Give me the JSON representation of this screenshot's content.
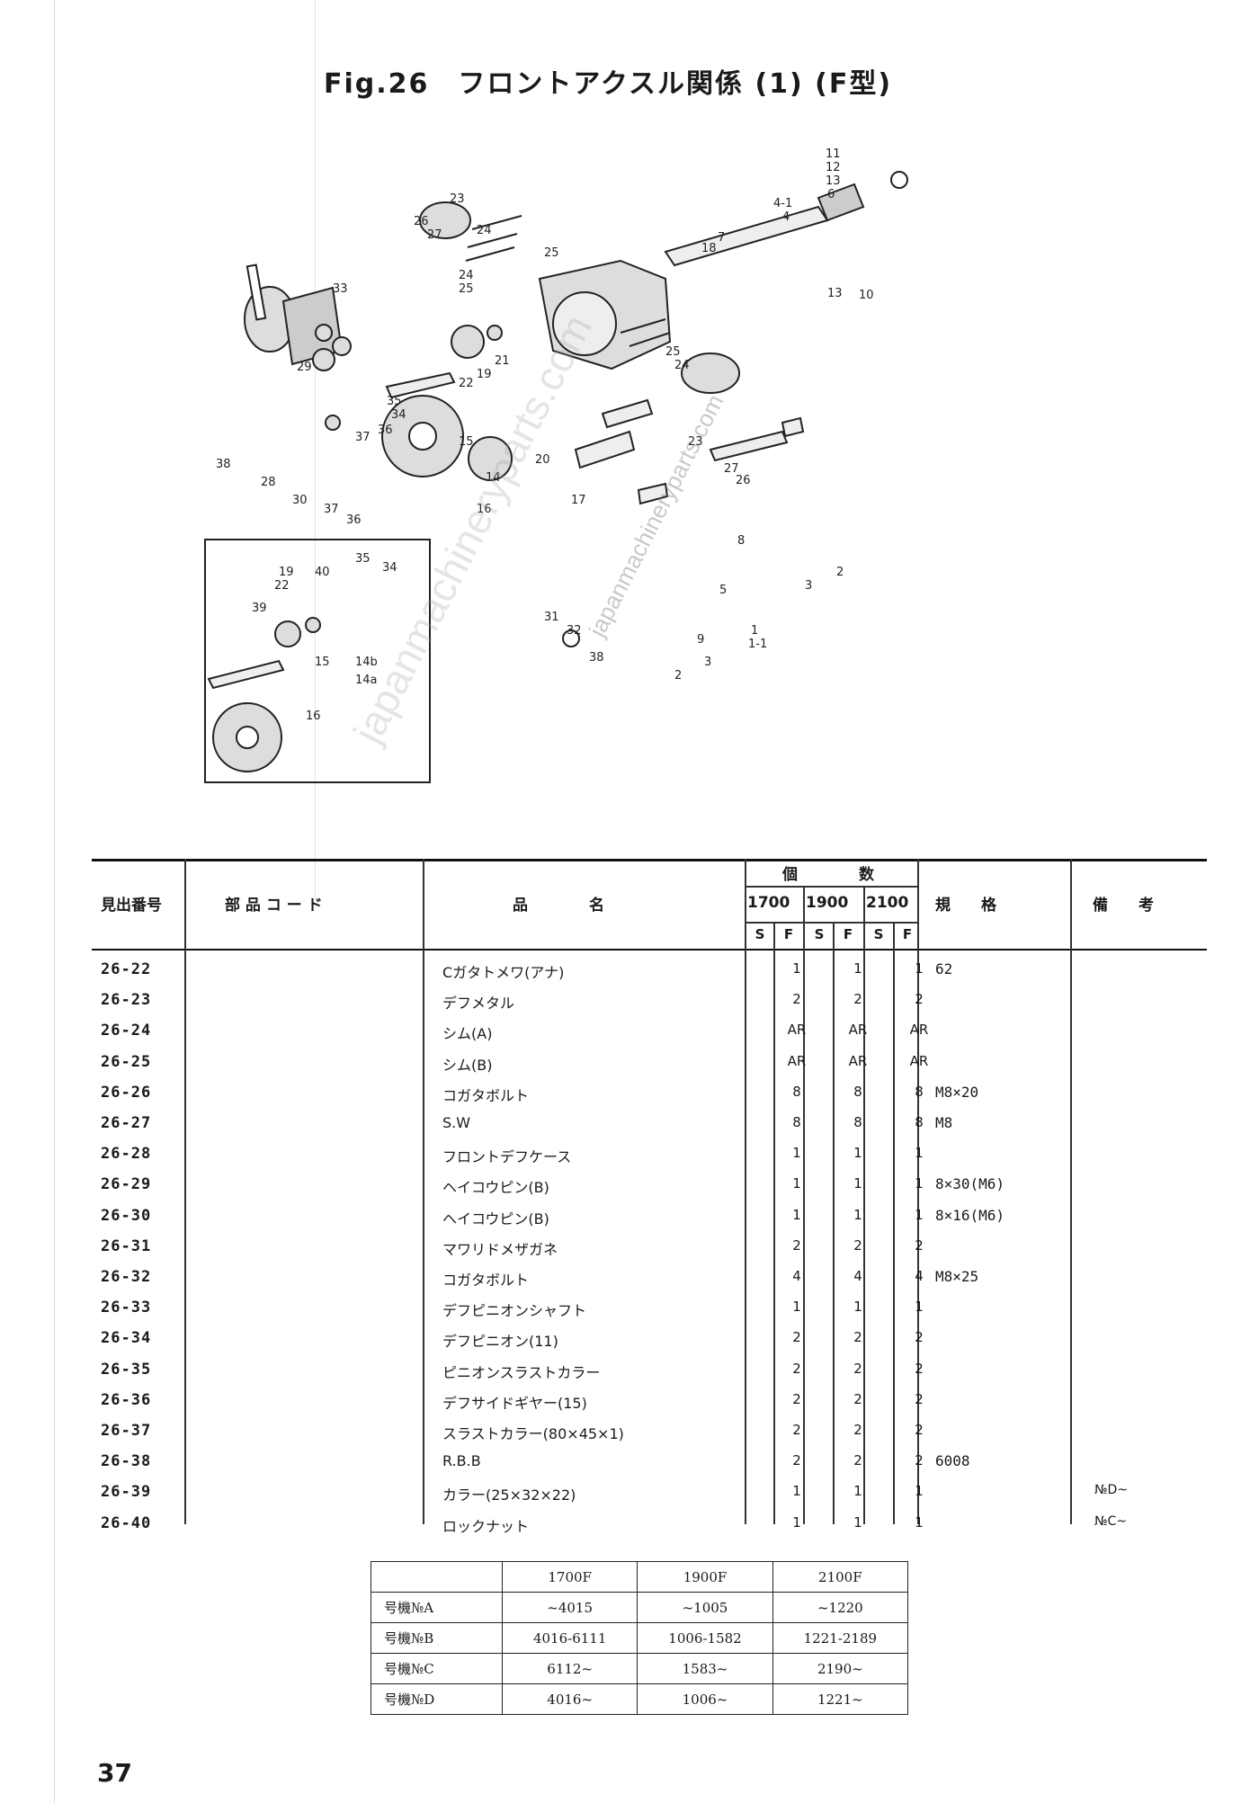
{
  "title": "Fig.26　フロントアクスル関係 (1) (F型)",
  "watermark": {
    "main": "japanmachineryparts.com",
    "secondary": "japanmachineryparts.com"
  },
  "diagram": {
    "labels": [
      "11",
      "12",
      "13",
      "6",
      "4-1",
      "4",
      "18",
      "7",
      "13",
      "10",
      "26",
      "27",
      "23",
      "24",
      "25",
      "24",
      "25",
      "33",
      "29",
      "35",
      "34",
      "36",
      "37",
      "22",
      "19",
      "21",
      "15",
      "14",
      "16",
      "20",
      "17",
      "25",
      "24",
      "23",
      "27",
      "26",
      "38",
      "28",
      "30",
      "37",
      "36",
      "35",
      "34",
      "19",
      "40",
      "39",
      "22",
      "15",
      "14b",
      "14a",
      "16",
      "31",
      "32",
      "38",
      "9",
      "5",
      "8",
      "2",
      "3",
      "1",
      "1-1",
      "3",
      "2"
    ]
  },
  "table": {
    "headers": {
      "ref_no": "見出番号",
      "part_code": "部 品 コ ー ド",
      "part_name": "品　　　　名",
      "qty": "個　　　　数",
      "models": [
        "1700",
        "1900",
        "2100"
      ],
      "sf": [
        "S",
        "F",
        "S",
        "F",
        "S",
        "F"
      ],
      "spec": "規　　格",
      "remarks": "備　　考"
    },
    "rows": [
      {
        "no": "26-22",
        "name": "Cガタトメワ(アナ)",
        "q1": "1",
        "q2": "1",
        "q3": "1",
        "spec": "62",
        "note": ""
      },
      {
        "no": "26-23",
        "name": "デフメタル",
        "q1": "2",
        "q2": "2",
        "q3": "2",
        "spec": "",
        "note": ""
      },
      {
        "no": "26-24",
        "name": "シム(A)",
        "q1": "AR",
        "q2": "AR",
        "q3": "AR",
        "spec": "",
        "note": ""
      },
      {
        "no": "26-25",
        "name": "シム(B)",
        "q1": "AR",
        "q2": "AR",
        "q3": "AR",
        "spec": "",
        "note": ""
      },
      {
        "no": "26-26",
        "name": "コガタボルト",
        "q1": "8",
        "q2": "8",
        "q3": "8",
        "spec": "M8×20",
        "note": ""
      },
      {
        "no": "26-27",
        "name": "S.W",
        "q1": "8",
        "q2": "8",
        "q3": "8",
        "spec": "M8",
        "note": ""
      },
      {
        "no": "26-28",
        "name": "フロントデフケース",
        "q1": "1",
        "q2": "1",
        "q3": "1",
        "spec": "",
        "note": ""
      },
      {
        "no": "26-29",
        "name": "ヘイコウピン(B)",
        "q1": "1",
        "q2": "1",
        "q3": "1",
        "spec": "8×30(M6)",
        "note": ""
      },
      {
        "no": "26-30",
        "name": "ヘイコウピン(B)",
        "q1": "1",
        "q2": "1",
        "q3": "1",
        "spec": "8×16(M6)",
        "note": ""
      },
      {
        "no": "26-31",
        "name": "マワリドメザガネ",
        "q1": "2",
        "q2": "2",
        "q3": "2",
        "spec": "",
        "note": ""
      },
      {
        "no": "26-32",
        "name": "コガタボルト",
        "q1": "4",
        "q2": "4",
        "q3": "4",
        "spec": "M8×25",
        "note": ""
      },
      {
        "no": "26-33",
        "name": "デフピニオンシャフト",
        "q1": "1",
        "q2": "1",
        "q3": "1",
        "spec": "",
        "note": ""
      },
      {
        "no": "26-34",
        "name": "デフピニオン(11)",
        "q1": "2",
        "q2": "2",
        "q3": "2",
        "spec": "",
        "note": ""
      },
      {
        "no": "26-35",
        "name": "ピニオンスラストカラー",
        "q1": "2",
        "q2": "2",
        "q3": "2",
        "spec": "",
        "note": ""
      },
      {
        "no": "26-36",
        "name": "デフサイドギヤー(15)",
        "q1": "2",
        "q2": "2",
        "q3": "2",
        "spec": "",
        "note": ""
      },
      {
        "no": "26-37",
        "name": "スラストカラー(80×45×1)",
        "q1": "2",
        "q2": "2",
        "q3": "2",
        "spec": "",
        "note": ""
      },
      {
        "no": "26-38",
        "name": "R.B.B",
        "q1": "2",
        "q2": "2",
        "q3": "2",
        "spec": "6008",
        "note": ""
      },
      {
        "no": "26-39",
        "name": "カラー(25×32×22)",
        "q1": "1",
        "q2": "1",
        "q3": "1",
        "spec": "",
        "note": "№D~"
      },
      {
        "no": "26-40",
        "name": "ロックナット",
        "q1": "1",
        "q2": "1",
        "q3": "1",
        "spec": "",
        "note": "№C~"
      }
    ]
  },
  "serial_table": {
    "columns": [
      "",
      "1700F",
      "1900F",
      "2100F"
    ],
    "rows": [
      [
        "号機№A",
        "~4015",
        "~1005",
        "~1220"
      ],
      [
        "号機№B",
        "4016-6111",
        "1006-1582",
        "1221-2189"
      ],
      [
        "号機№C",
        "6112~",
        "1583~",
        "2190~"
      ],
      [
        "号機№D",
        "4016~",
        "1006~",
        "1221~"
      ]
    ]
  },
  "page_number": "37"
}
